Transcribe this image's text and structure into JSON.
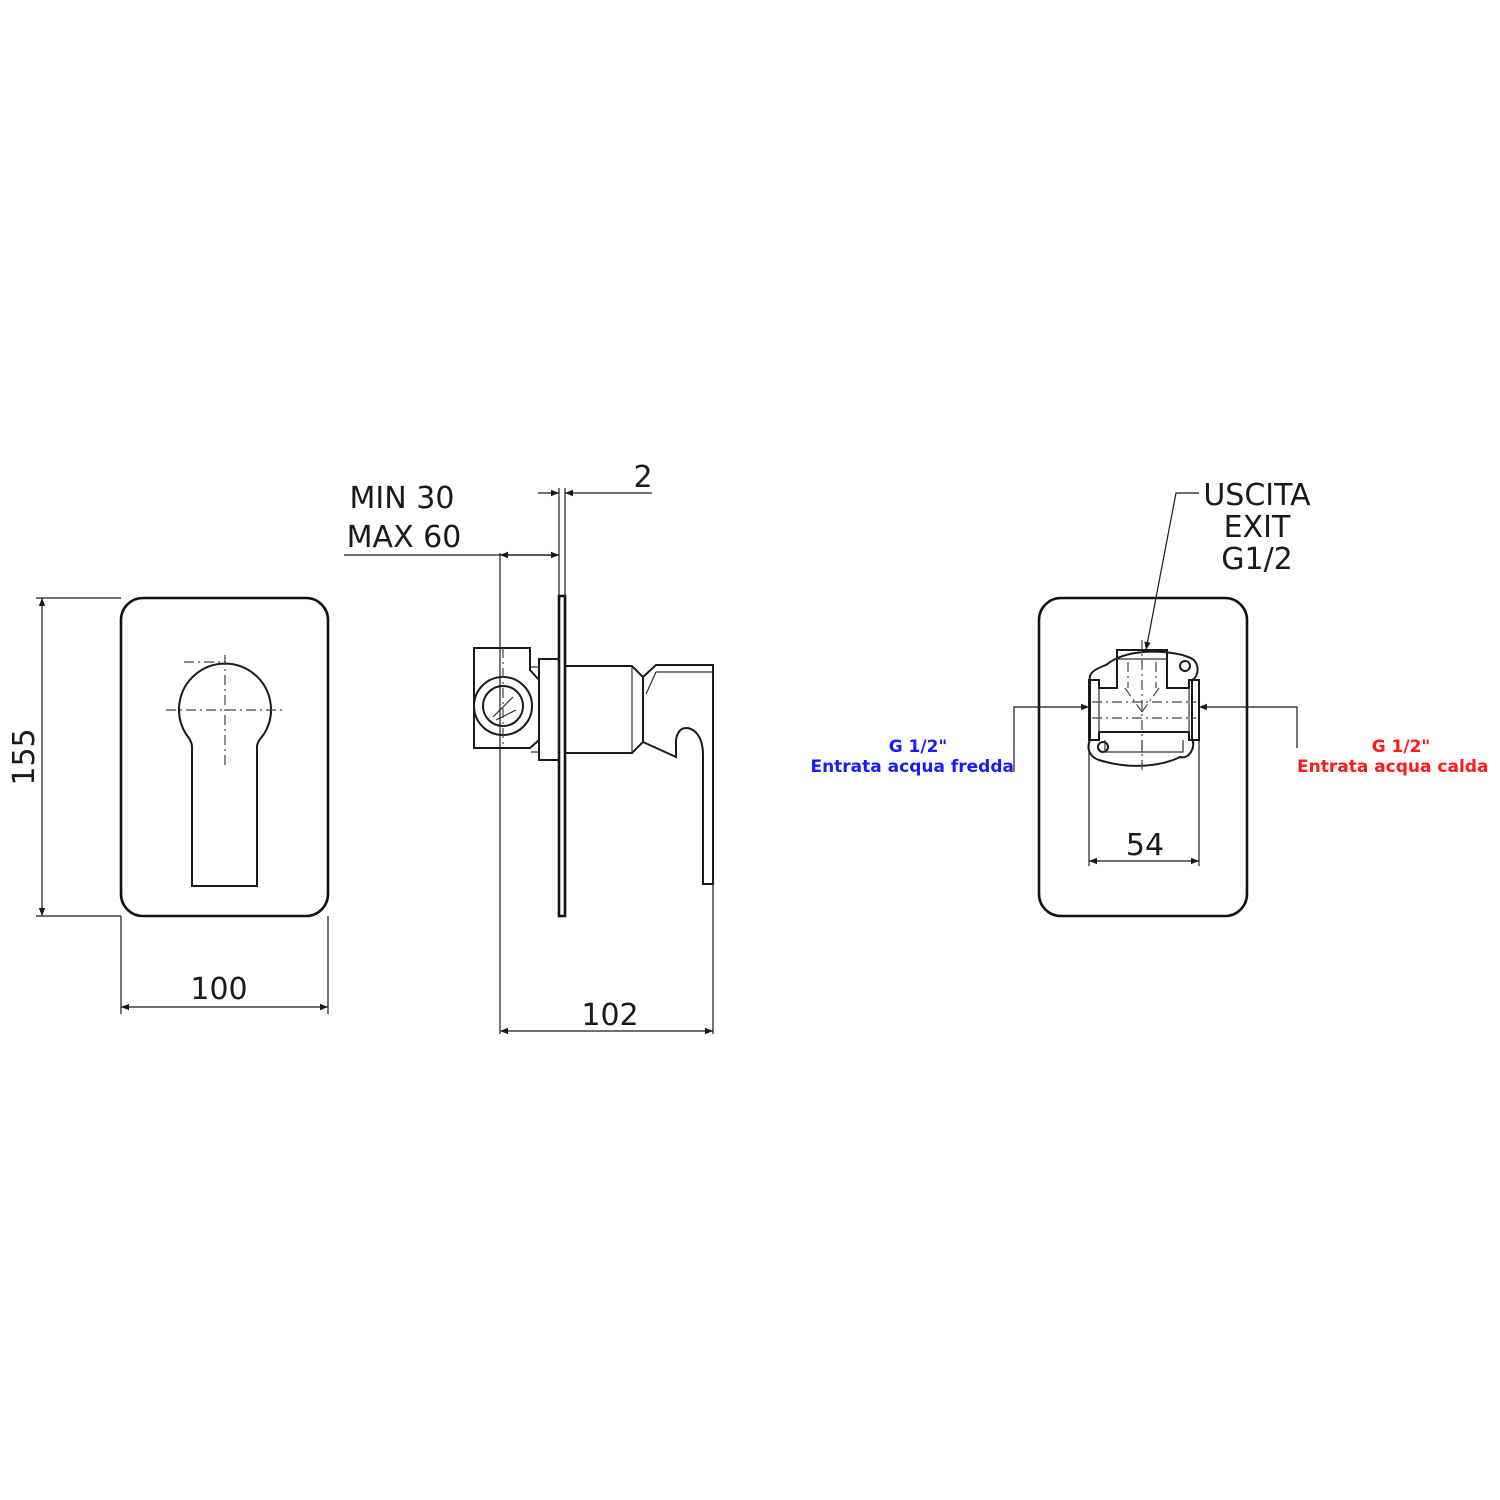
{
  "colors": {
    "line": "#1a1a1a",
    "cold_note": "#1a1aff",
    "hot_note": "#ff1a1a"
  },
  "front_view": {
    "height_dim": "155",
    "width_dim": "100"
  },
  "side_view": {
    "depth_dim": "102",
    "plate_thickness_dim": "2",
    "recess_min": "MIN 30",
    "recess_max": "MAX 60"
  },
  "rear_view": {
    "outlet_label_line1": "USCITA",
    "outlet_label_line2": "EXIT",
    "outlet_label_line3": "G1/2",
    "inlet_spacing_dim": "54",
    "cold_inlet_thread": "G 1/2\"",
    "cold_inlet_desc": "Entrata acqua fredda",
    "hot_inlet_thread": "G 1/2\"",
    "hot_inlet_desc": "Entrata acqua calda"
  }
}
